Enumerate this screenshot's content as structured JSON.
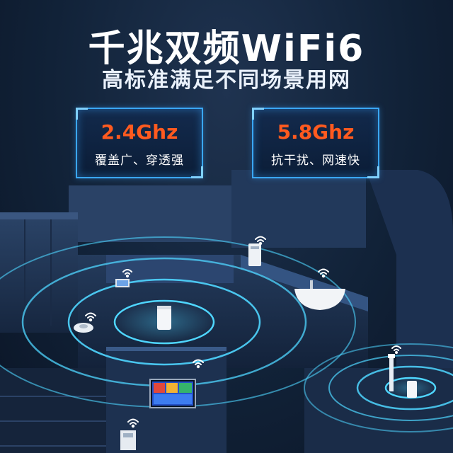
{
  "header": {
    "title": "千兆双频WiFi6",
    "subtitle": "高标准满足不同场景用网"
  },
  "bands": [
    {
      "frequency": "2.4Ghz",
      "description": "覆盖广、穿透强"
    },
    {
      "frequency": "5.8Ghz",
      "description": "抗干扰、网速快"
    }
  ],
  "colors": {
    "accent": "#ff5a1f",
    "frame": "#3aa7ff",
    "signal": "#4fd6ff"
  },
  "icons": [
    "wifi-icon",
    "router",
    "robot-vacuum",
    "television",
    "bathtub",
    "air-conditioner",
    "floor-lamp"
  ]
}
